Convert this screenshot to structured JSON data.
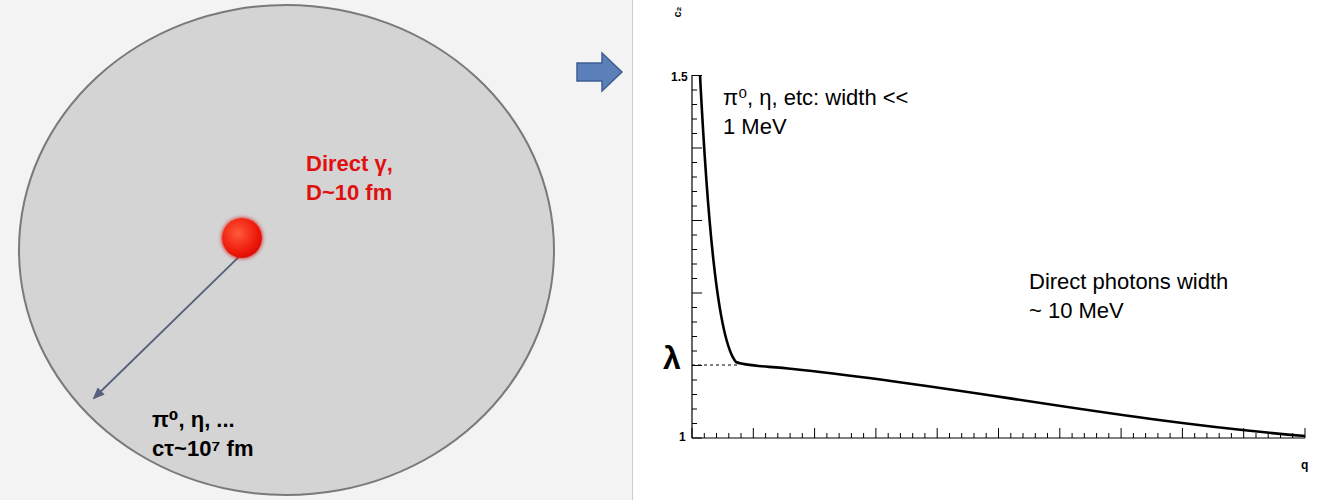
{
  "diagram": {
    "nodes": [
      {
        "text": [
          "π⁰, η, ... cτ~10⁷ fm"
        ]
      },
      {
        "text": [
          "Direct γ, D~10 fm"
        ],
        "in": 0
      },
      {
        "text": [
          "π⁰, η, etc: width << 1 MeV",
          "Direct photons width ~ 10 MeV"
        ]
      }
    ],
    "edges": [
      {
        "from": 0,
        "to": 2,
        "arrow": "to"
      }
    ],
    "labels": [
      "c₂",
      "1.5",
      "λ",
      "1",
      "q"
    ]
  }
}
